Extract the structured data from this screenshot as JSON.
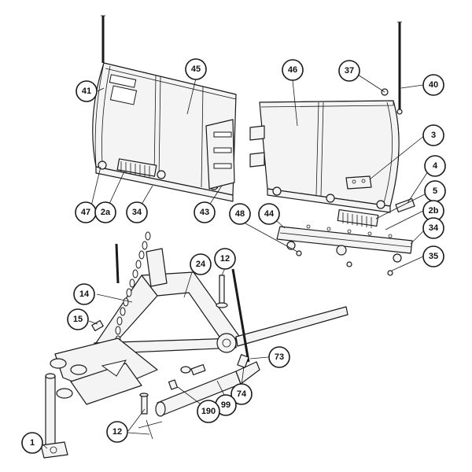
{
  "diagram": {
    "callouts": [
      {
        "id": "c41",
        "label": "41"
      },
      {
        "id": "c45",
        "label": "45"
      },
      {
        "id": "c46",
        "label": "46"
      },
      {
        "id": "c37",
        "label": "37"
      },
      {
        "id": "c40",
        "label": "40"
      },
      {
        "id": "c3",
        "label": "3"
      },
      {
        "id": "c4",
        "label": "4"
      },
      {
        "id": "c5",
        "label": "5"
      },
      {
        "id": "c2b",
        "label": "2b"
      },
      {
        "id": "c34r",
        "label": "34"
      },
      {
        "id": "c35",
        "label": "35"
      },
      {
        "id": "c47",
        "label": "47"
      },
      {
        "id": "c2a",
        "label": "2a"
      },
      {
        "id": "c34l",
        "label": "34"
      },
      {
        "id": "c43",
        "label": "43"
      },
      {
        "id": "c48",
        "label": "48"
      },
      {
        "id": "c44",
        "label": "44"
      },
      {
        "id": "c24",
        "label": "24"
      },
      {
        "id": "c12t",
        "label": "12"
      },
      {
        "id": "c14",
        "label": "14"
      },
      {
        "id": "c15",
        "label": "15"
      },
      {
        "id": "c73",
        "label": "73"
      },
      {
        "id": "c74",
        "label": "74"
      },
      {
        "id": "c99",
        "label": "99"
      },
      {
        "id": "c190",
        "label": "190"
      },
      {
        "id": "c12b",
        "label": "12"
      },
      {
        "id": "c1",
        "label": "1"
      }
    ]
  }
}
